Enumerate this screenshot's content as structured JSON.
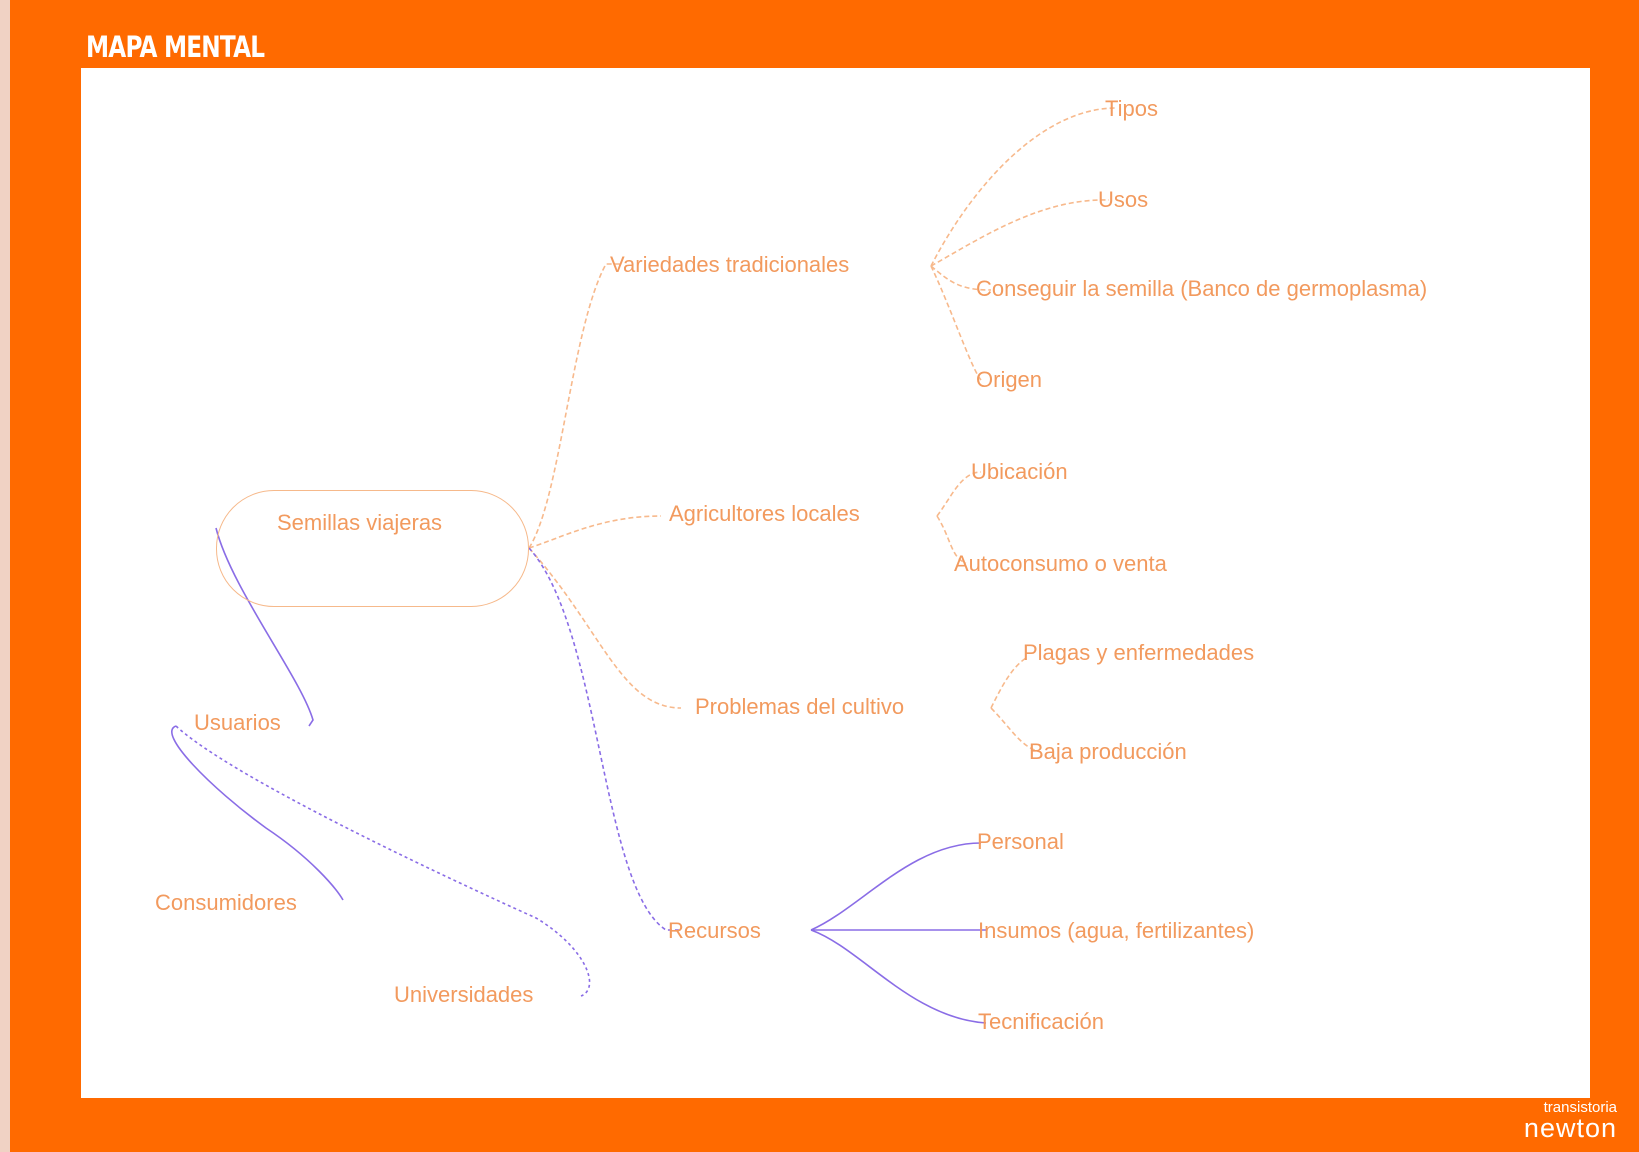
{
  "title": "MAPA MENTAL",
  "root": "Semillas viajeras",
  "branches": {
    "variedades": {
      "label": "Variedades tradicionales",
      "children": [
        "Tipos",
        "Usos",
        "Conseguir la semilla (Banco de germoplasma)",
        "Origen"
      ]
    },
    "agricultores": {
      "label": "Agricultores locales",
      "children": [
        "Ubicación",
        "Autoconsumo o venta"
      ]
    },
    "problemas": {
      "label": "Problemas del cultivo",
      "children": [
        "Plagas y enfermedades",
        "Baja producción"
      ]
    },
    "recursos": {
      "label": "Recursos",
      "children": [
        "Personal",
        "Insumos (agua, fertilizantes)",
        "Tecnificación"
      ]
    },
    "usuarios": {
      "label": "Usuarios",
      "children": [
        "Consumidores",
        "Universidades"
      ]
    }
  },
  "brand": {
    "line1": "transistoria",
    "line2": "newton"
  },
  "colors": {
    "frame": "#ff6a00",
    "text": "#f29a5e",
    "orange_link": "#f7b98c",
    "purple_link": "#8a6de6"
  }
}
